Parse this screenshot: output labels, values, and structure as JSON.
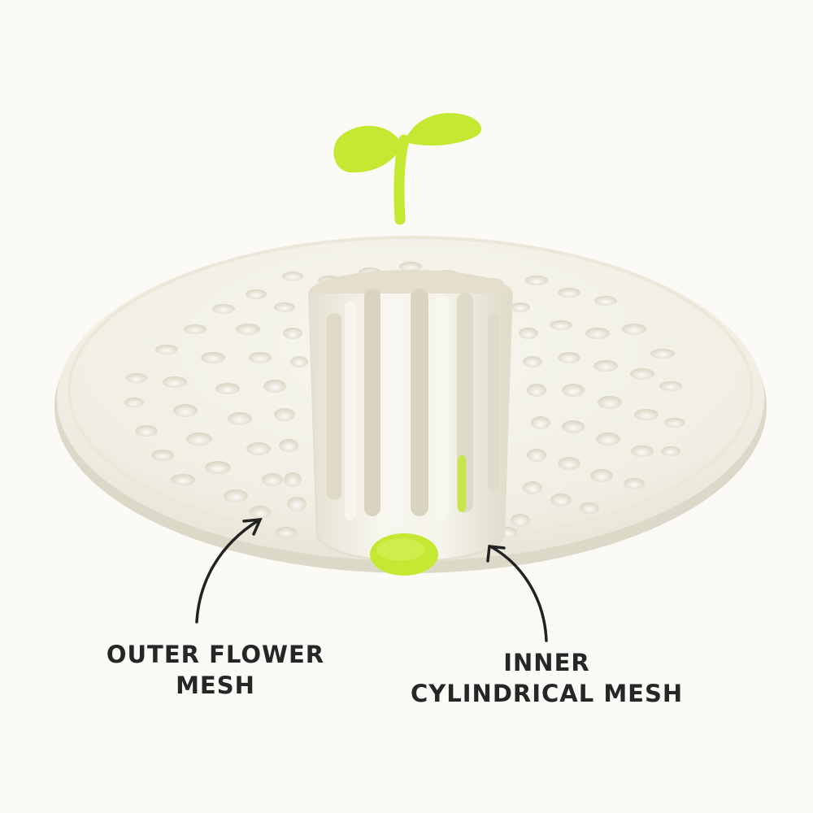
{
  "image": {
    "background_color": "#fbfaf6",
    "product": {
      "body_color": "#f1efe4",
      "accent_color": "#c5e832"
    }
  },
  "labels": {
    "outer": {
      "line1": "OUTER FLOWER",
      "line2": "MESH"
    },
    "inner": {
      "line1": "INNER",
      "line2": "CYLINDRICAL MESH"
    }
  }
}
